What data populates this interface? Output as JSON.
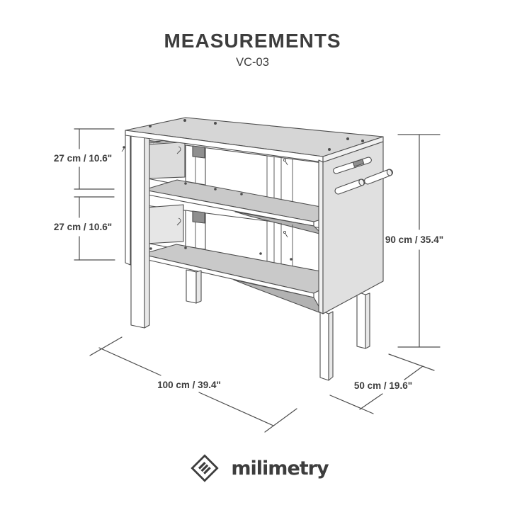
{
  "title": "MEASUREMENTS",
  "product_code": "VC-03",
  "dimensions": {
    "upper_shelf_gap": {
      "label": "27 cm / 10.6\""
    },
    "lower_shelf_gap": {
      "label": "27 cm / 10.6\""
    },
    "height": {
      "label": "90 cm / 35.4\""
    },
    "width": {
      "label": "100 cm / 39.4\""
    },
    "depth": {
      "label": "50 cm / 19.6\""
    }
  },
  "brand": {
    "name": "milimetry",
    "icon": "diamond-m-monogram"
  },
  "colors": {
    "ink": "#3d3d3d",
    "line": "#4d4d4d",
    "background": "#ffffff",
    "surface-top": "#d6d6d6",
    "surface-shelf": "#c9c9c9",
    "surface-panel": "#e0e0e0",
    "surface-under": "#b2b2b2",
    "surface-inner": "#dcdcdc",
    "hardware-block": "#8f8f8f"
  }
}
